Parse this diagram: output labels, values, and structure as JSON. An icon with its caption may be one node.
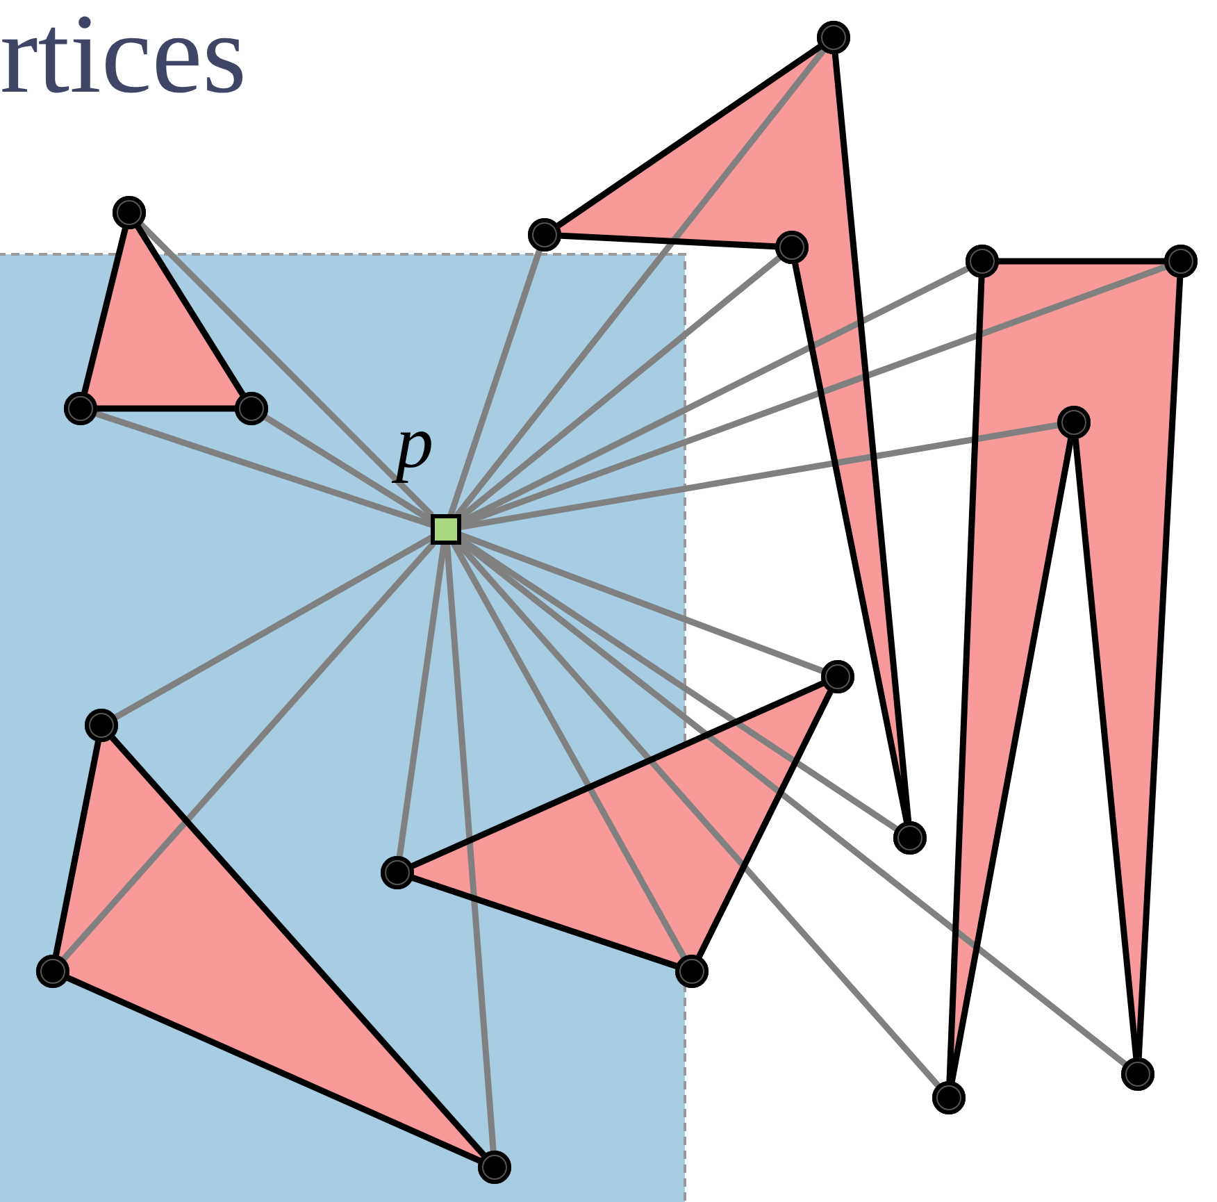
{
  "diagram": {
    "title": "rtices",
    "nodes": [
      {
        "text": [],
        "shape": "circle"
      },
      {
        "text": [],
        "shape": "circle"
      },
      {
        "text": [],
        "shape": "circle"
      },
      {
        "text": [],
        "shape": "circle"
      },
      {
        "text": [],
        "shape": "circle"
      },
      {
        "text": [],
        "shape": "circle"
      },
      {
        "text": [],
        "shape": "circle"
      },
      {
        "text": [],
        "shape": "circle"
      },
      {
        "text": [],
        "shape": "circle"
      },
      {
        "text": [],
        "shape": "circle"
      },
      {
        "text": [],
        "shape": "circle"
      },
      {
        "text": [],
        "shape": "circle"
      },
      {
        "text": [],
        "shape": "circle"
      },
      {
        "text": [],
        "shape": "circle"
      },
      {
        "text": [],
        "shape": "circle"
      },
      {
        "text": [],
        "shape": "circle"
      },
      {
        "text": [],
        "shape": "circle"
      },
      {
        "text": [],
        "shape": "circle"
      },
      {
        "text": [],
        "shape": "box",
        "beside": [
          "p"
        ]
      }
    ],
    "edges": [
      {
        "from": 18,
        "to": 0,
        "arrow": "none"
      },
      {
        "from": 18,
        "to": 1,
        "arrow": "none"
      },
      {
        "from": 18,
        "to": 2,
        "arrow": "none"
      },
      {
        "from": 18,
        "to": 3,
        "arrow": "none"
      },
      {
        "from": 18,
        "to": 4,
        "arrow": "none"
      },
      {
        "from": 18,
        "to": 5,
        "arrow": "none"
      },
      {
        "from": 18,
        "to": 6,
        "arrow": "none"
      },
      {
        "from": 18,
        "to": 7,
        "arrow": "none"
      },
      {
        "from": 18,
        "to": 8,
        "arrow": "none"
      },
      {
        "from": 18,
        "to": 9,
        "arrow": "none"
      },
      {
        "from": 18,
        "to": 10,
        "arrow": "none"
      },
      {
        "from": 18,
        "to": 11,
        "arrow": "none"
      },
      {
        "from": 18,
        "to": 12,
        "arrow": "none"
      },
      {
        "from": 18,
        "to": 13,
        "arrow": "none"
      },
      {
        "from": 18,
        "to": 14,
        "arrow": "none"
      },
      {
        "from": 18,
        "to": 15,
        "arrow": "none"
      },
      {
        "from": 18,
        "to": 16,
        "arrow": "none"
      },
      {
        "from": 18,
        "to": 17,
        "arrow": "none"
      },
      {
        "from": 0,
        "to": 1,
        "arrow": "none",
        "color": "#000000"
      },
      {
        "from": 1,
        "to": 2,
        "arrow": "none",
        "color": "#000000"
      },
      {
        "from": 2,
        "to": 0,
        "arrow": "none",
        "color": "#000000"
      },
      {
        "from": 4,
        "to": 3,
        "arrow": "none",
        "color": "#000000"
      },
      {
        "from": 3,
        "to": 6,
        "arrow": "none",
        "color": "#000000"
      },
      {
        "from": 6,
        "to": 5,
        "arrow": "none",
        "color": "#000000"
      },
      {
        "from": 5,
        "to": 4,
        "arrow": "none",
        "color": "#000000"
      },
      {
        "from": 7,
        "to": 8,
        "arrow": "none",
        "color": "#000000"
      },
      {
        "from": 8,
        "to": 11,
        "arrow": "none",
        "color": "#000000"
      },
      {
        "from": 11,
        "to": 9,
        "arrow": "none",
        "color": "#000000"
      },
      {
        "from": 9,
        "to": 10,
        "arrow": "none",
        "color": "#000000"
      },
      {
        "from": 10,
        "to": 7,
        "arrow": "none",
        "color": "#000000"
      },
      {
        "from": 12,
        "to": 13,
        "arrow": "none",
        "color": "#000000"
      },
      {
        "from": 13,
        "to": 14,
        "arrow": "none",
        "color": "#000000"
      },
      {
        "from": 14,
        "to": 12,
        "arrow": "none",
        "color": "#000000"
      },
      {
        "from": 15,
        "to": 16,
        "arrow": "none",
        "color": "#000000"
      },
      {
        "from": 16,
        "to": 17,
        "arrow": "none",
        "color": "#000000"
      },
      {
        "from": 17,
        "to": 15,
        "arrow": "none",
        "color": "#000000"
      }
    ]
  }
}
